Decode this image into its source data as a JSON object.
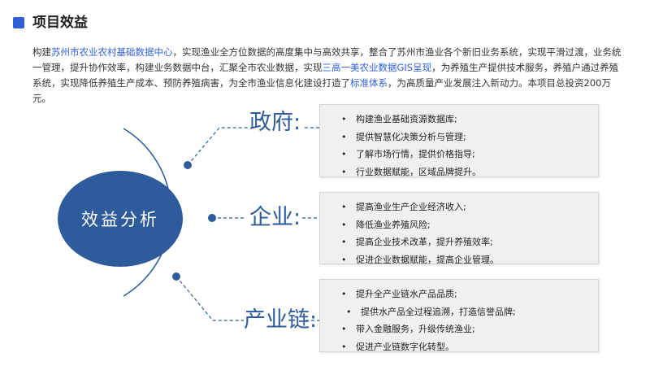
{
  "page": {
    "title": "项目效益"
  },
  "intro": {
    "p1": "构建",
    "h1": "苏州市农业农村基础数据中心",
    "p2": "，实现渔业全方位数据的高度集中与高效共享，整合了苏州市渔业各个新旧业务系统，实现平滑过渡，业务统一管理，提升协作效率，构建业务数据中台，汇聚全市农业数据，实现",
    "h2": "三高一美农业数据GIS呈现",
    "p3": "，为养殖生产提供技术服务，养殖户通过养殖系统，实现降低养殖生产成本、预防养殖病害，为全市渔业信息化建设打造了",
    "h3": "标准体系",
    "p4": "，为高质量产业发展注入新动力。本项目总投资200万元。"
  },
  "center": {
    "label": "效益分析"
  },
  "categories": [
    {
      "label": "政府:",
      "items": [
        "构建渔业基础资源数据库;",
        "提供智慧化决策分析与管理;",
        "了解市场行情，提供价格指导;",
        "行业数据赋能，区域品牌提升。"
      ]
    },
    {
      "label": "企业:",
      "items": [
        "提高渔业生产企业经济收入;",
        "降低渔业养殖风险;",
        "提高企业技术改革，提升养殖效率;",
        "促进企业数据赋能，提高企业管理。"
      ]
    },
    {
      "label": "产业链:",
      "items": [
        "提升全产业链水产品品质;",
        "提供水产品全过程追溯，打造信誉品牌;",
        "带入金融服务，升级传统渔业;",
        "促进产业链数字化转型。"
      ]
    }
  ],
  "colors": {
    "accent": "#2f5fd6",
    "dark_blue": "#2e5b9c"
  }
}
